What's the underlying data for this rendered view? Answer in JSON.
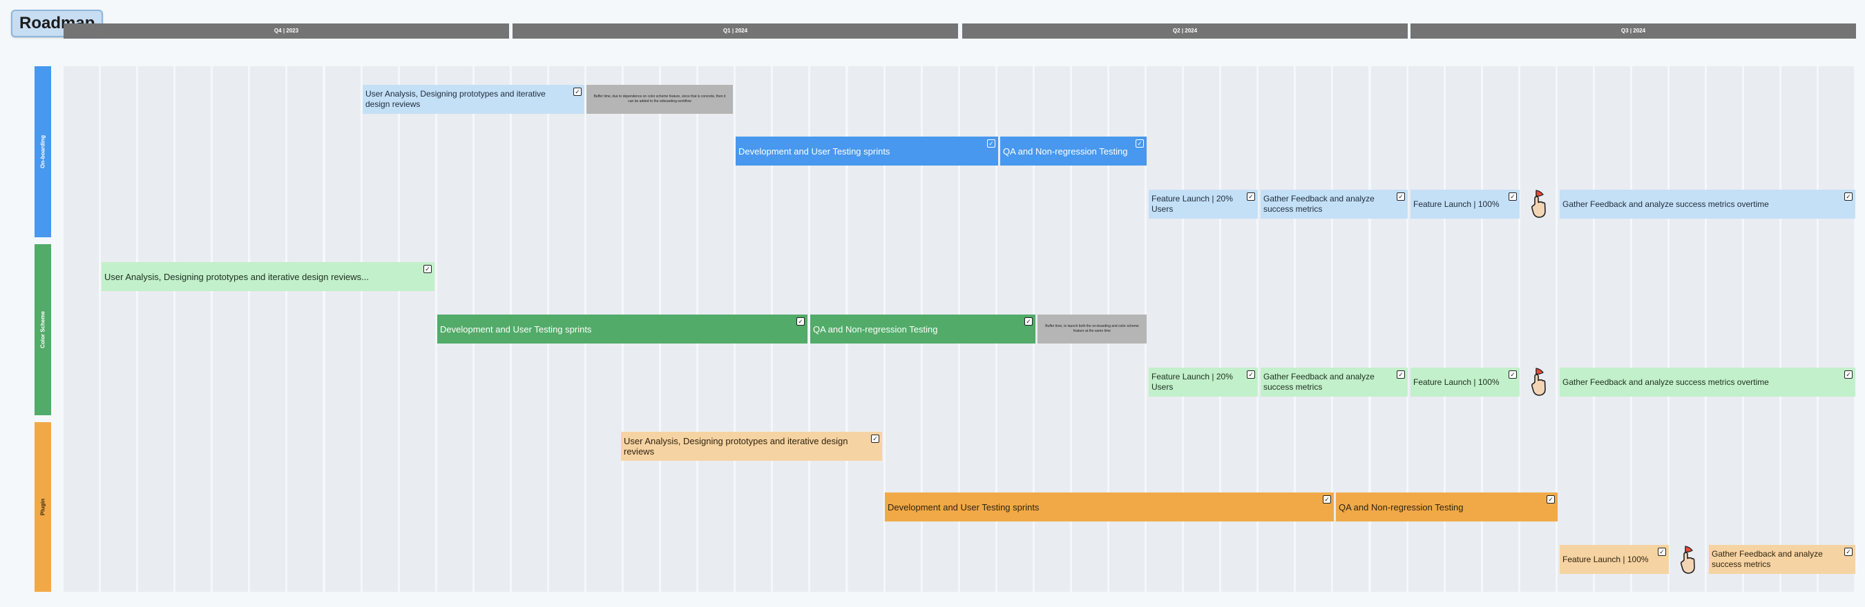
{
  "title": "Roadmap",
  "quarters": [
    "Q4 | 2023",
    "Q1 | 2024",
    "Q2 | 2024",
    "Q3 | 2024"
  ],
  "lanes": [
    {
      "label": "On-boarding",
      "color": "#4798ee",
      "text_color": "#ffffff"
    },
    {
      "label": "Color Scheme",
      "color": "#52ab68",
      "text_color": "#ffffff"
    },
    {
      "label": "Plugin",
      "color": "#f1a947",
      "text_color": "#3a2a10"
    }
  ],
  "bars": [
    {
      "text": "User Analysis, Designing prototypes and iterative design reviews",
      "style": "light-blue",
      "checkbox": true
    },
    {
      "text": "Buffer time, due to dependence on color scheme feature, since that is concrete, then it can be added to the onboarding workflow",
      "style": "buffer",
      "checkbox": false
    },
    {
      "text": "Development and User Testing sprints",
      "style": "blue",
      "checkbox": true
    },
    {
      "text": "QA and Non-regression Testing",
      "style": "blue",
      "checkbox": true
    },
    {
      "text": "Feature Launch | 20% Users",
      "style": "light-blue",
      "checkbox": true
    },
    {
      "text": "Gather Feedback and analyze success metrics",
      "style": "light-blue",
      "checkbox": true
    },
    {
      "text": "Feature Launch | 100%",
      "style": "light-blue",
      "checkbox": true
    },
    {
      "text": "Gather Feedback and analyze success metrics overtime",
      "style": "light-blue",
      "checkbox": true
    },
    {
      "text": "User Analysis, Designing prototypes and iterative design reviews...",
      "style": "light-green",
      "checkbox": true
    },
    {
      "text": "Development and User Testing sprints",
      "style": "green",
      "checkbox": true
    },
    {
      "text": "QA and Non-regression Testing",
      "style": "green",
      "checkbox": true
    },
    {
      "text": "Buffer time, to launch both the on-boarding and color scheme feature at the same time",
      "style": "buffer",
      "checkbox": false
    },
    {
      "text": "Feature Launch | 20% Users",
      "style": "light-green",
      "checkbox": true
    },
    {
      "text": "Gather Feedback and analyze success metrics",
      "style": "light-green",
      "checkbox": true
    },
    {
      "text": "Feature Launch | 100%",
      "style": "light-green",
      "checkbox": true
    },
    {
      "text": "Gather Feedback and analyze success metrics overtime",
      "style": "light-green",
      "checkbox": true
    },
    {
      "text": "User Analysis, Designing prototypes and iterative design reviews",
      "style": "light-orange",
      "checkbox": true
    },
    {
      "text": "Development and User Testing sprints",
      "style": "orange",
      "checkbox": true
    },
    {
      "text": "QA and Non-regression Testing",
      "style": "orange",
      "checkbox": true
    },
    {
      "text": "Feature Launch | 100%",
      "style": "light-orange",
      "checkbox": true
    },
    {
      "text": "Gather Feedback and analyze success metrics",
      "style": "light-orange",
      "checkbox": true
    }
  ],
  "milestone_icon": "hand-pin-icon",
  "checkbox_icon": "checkbox-edit-icon"
}
